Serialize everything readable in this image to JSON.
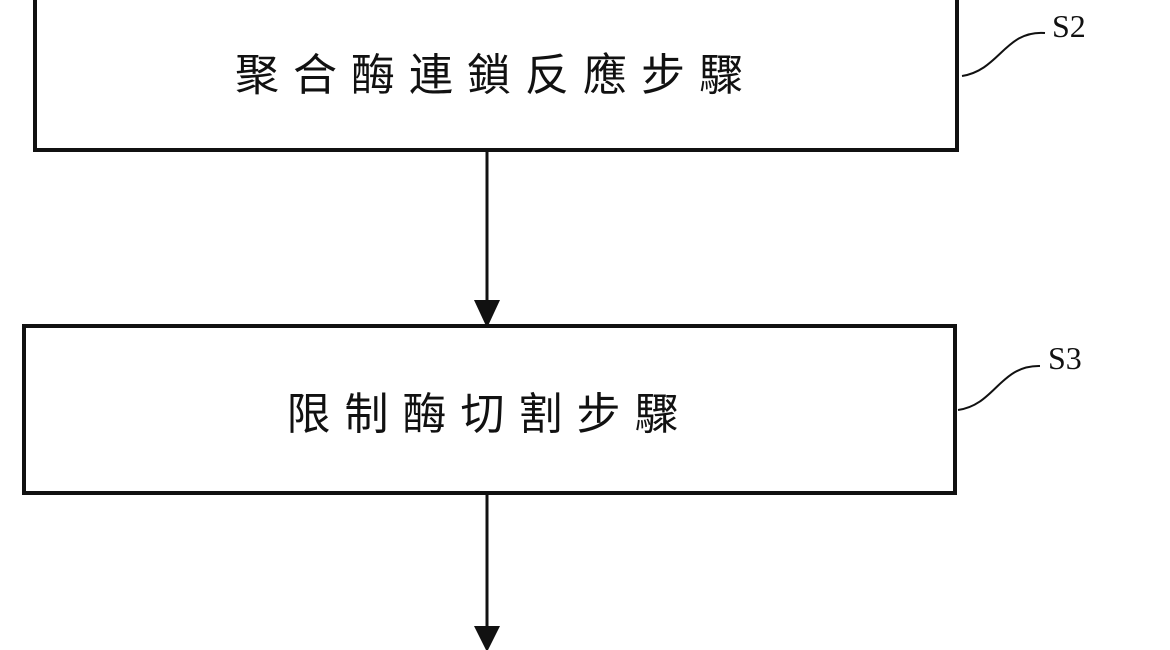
{
  "steps": [
    {
      "id": "S2",
      "text": "聚合酶連鎖反應步驟"
    },
    {
      "id": "S3",
      "text": "限制酶切割步驟"
    }
  ]
}
